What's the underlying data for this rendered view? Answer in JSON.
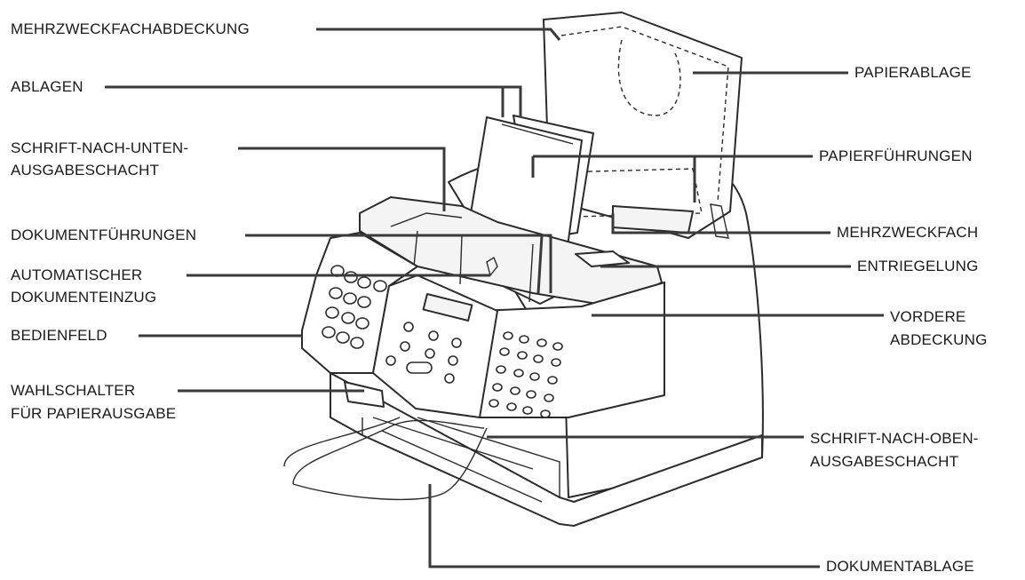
{
  "labels": {
    "mehrzweckfachabdeckung": "MEHRZWECKFACHABDECKUNG",
    "ablagen": "ABLAGEN",
    "schrift_nach_unten_1": "SCHRIFT-NACH-UNTEN-",
    "schrift_nach_unten_2": "AUSGABESCHACHT",
    "dokumentfuehrungen": "DOKUMENTFÜHRUNGEN",
    "automatischer_1": "AUTOMATISCHER",
    "automatischer_2": "DOKUMENTEINZUG",
    "bedienfeld": "BEDIENFELD",
    "wahlschalter_1": "WAHLSCHALTER",
    "wahlschalter_2": "FÜR PAPIERAUSGABE",
    "papierablage": "PAPIERABLAGE",
    "papierfuehrungen": "PAPIERFÜHRUNGEN",
    "mehrzweckfach": "MEHRZWECKFACH",
    "entriegelung": "ENTRIEGELUNG",
    "vordere_1": "VORDERE",
    "vordere_2": "ABDECKUNG",
    "schrift_nach_oben_1": "SCHRIFT-NACH-OBEN-",
    "schrift_nach_oben_2": "AUSGABESCHACHT",
    "dokumentablage": "DOKUMENTABLAGE"
  }
}
